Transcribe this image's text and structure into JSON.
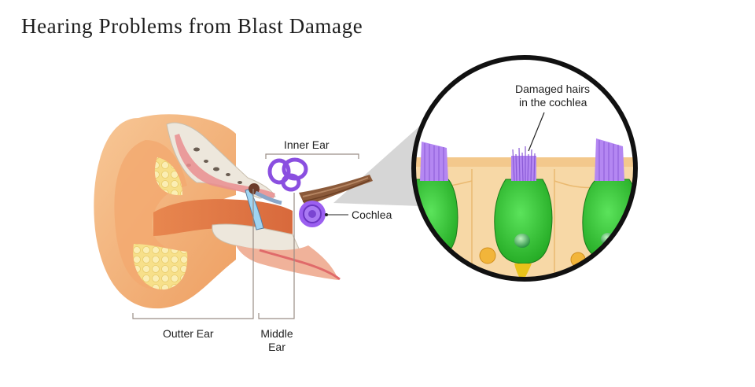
{
  "title": "Hearing Problems from Blast Damage",
  "labels": {
    "inner_ear": "Inner Ear",
    "cochlea": "Cochlea",
    "outer_ear": "Outter Ear",
    "middle_ear_line1": "Middle",
    "middle_ear_line2": "Ear",
    "damaged_line1": "Damaged hairs",
    "damaged_line2": "in the cochlea"
  },
  "colors": {
    "skin": "#f2b37a",
    "canal": "#e9915a",
    "bone": "#ede7dc",
    "fat": "#f7e08a",
    "inner_ear": "#8a4fe0",
    "cochlea": "#9b5ff0",
    "nerve": "#8b5a3a",
    "hair_cell": "#2fc42f",
    "stereocilia": "#b487f2",
    "support_cell": "#f7d8a6",
    "bracket": "#9a8e86",
    "zoom_cone": "#d2d2d2"
  }
}
